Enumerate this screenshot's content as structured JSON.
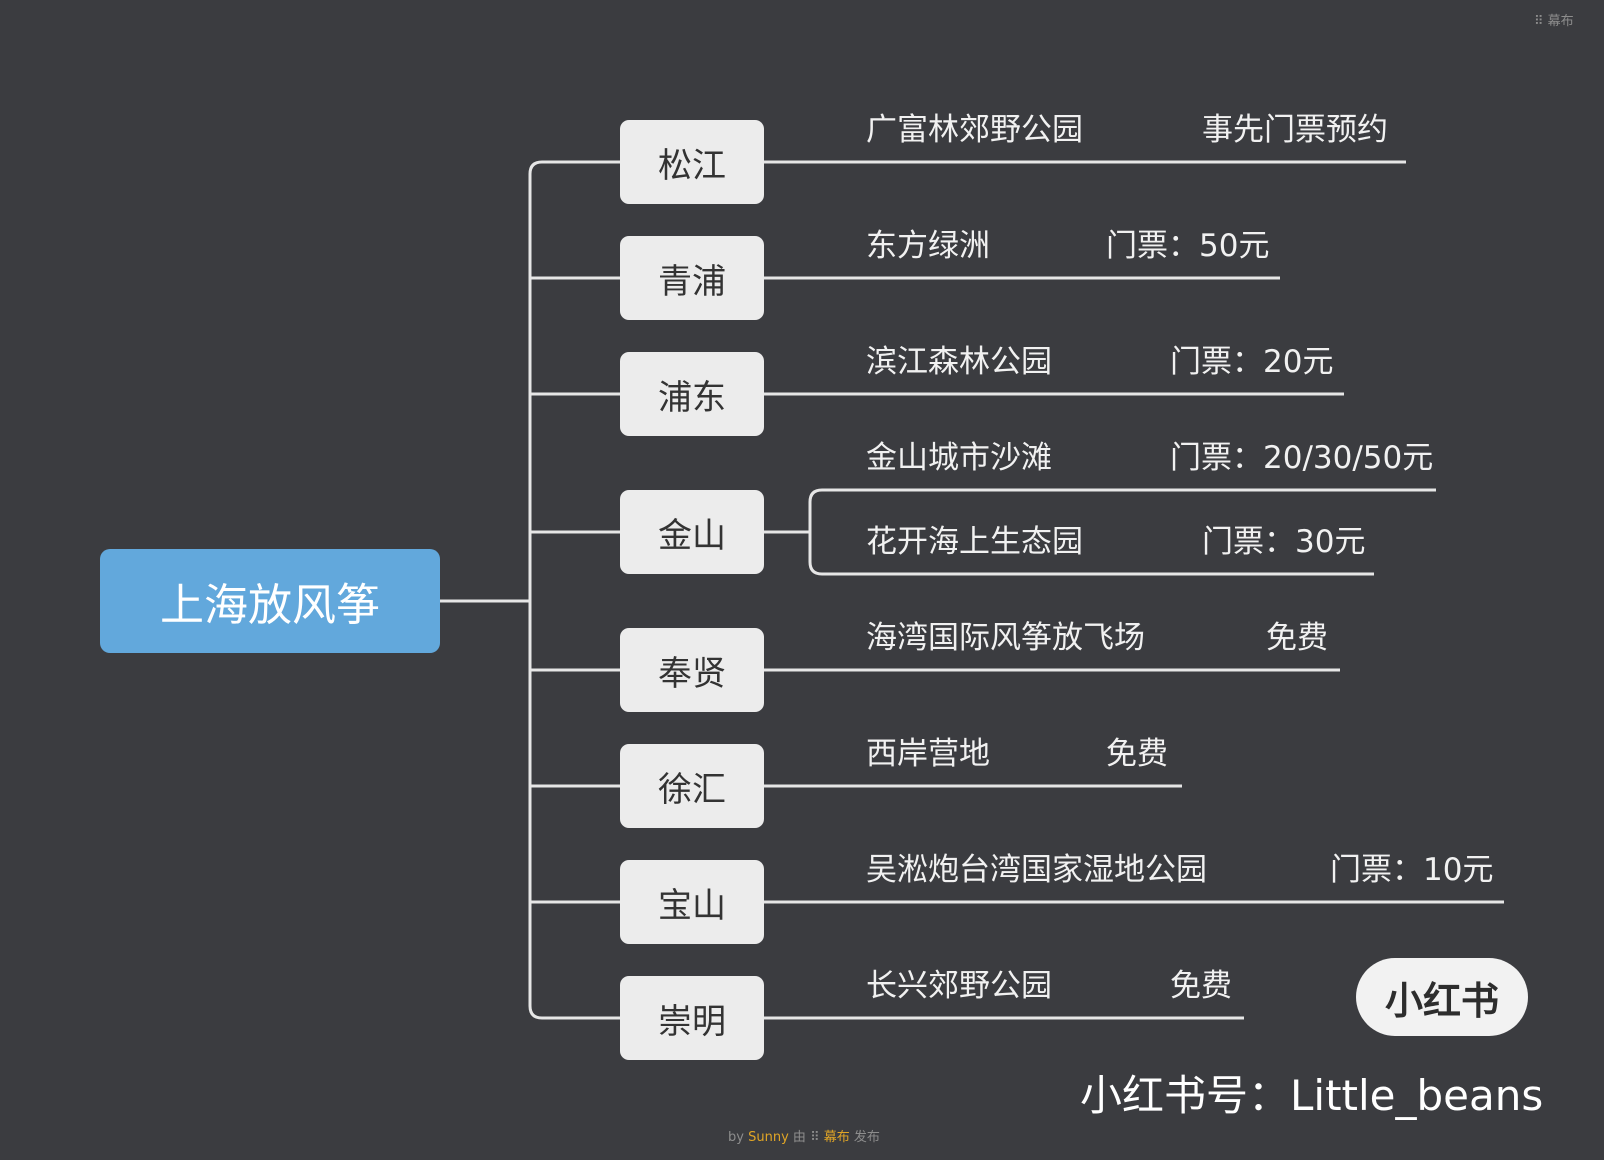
{
  "root": {
    "label": "上海放风筝"
  },
  "districts": [
    {
      "name": "松江",
      "items": [
        {
          "place": "广富林郊野公园",
          "ticket": "事先门票预约"
        }
      ]
    },
    {
      "name": "青浦",
      "items": [
        {
          "place": "东方绿洲",
          "ticket": "门票：50元"
        }
      ]
    },
    {
      "name": "浦东",
      "items": [
        {
          "place": "滨江森林公园",
          "ticket": "门票：20元"
        }
      ]
    },
    {
      "name": "金山",
      "items": [
        {
          "place": "金山城市沙滩",
          "ticket": "门票：20/30/50元"
        },
        {
          "place": "花开海上生态园",
          "ticket": "门票：30元"
        }
      ]
    },
    {
      "name": "奉贤",
      "items": [
        {
          "place": "海湾国际风筝放飞场",
          "ticket": "免费"
        }
      ]
    },
    {
      "name": "徐汇",
      "items": [
        {
          "place": "西岸营地",
          "ticket": "免费"
        }
      ]
    },
    {
      "name": "宝山",
      "items": [
        {
          "place": "吴淞炮台湾国家湿地公园",
          "ticket": "门票：10元"
        }
      ]
    },
    {
      "name": "崇明",
      "items": [
        {
          "place": "长兴郊野公园",
          "ticket": "免费"
        }
      ]
    }
  ],
  "watermark": {
    "logo": "小红书",
    "handle": "小红书号：Little_beans"
  },
  "footer": {
    "prefix": "by",
    "author": "Sunny",
    "middle": "由",
    "app": "幕布",
    "suffix": "发布"
  },
  "brand": {
    "icon": "mubu-logo-icon",
    "label": "幕布"
  },
  "colors": {
    "background": "#3b3c40",
    "root": "#62a8dc",
    "node": "#ececec",
    "line": "#e6e6e6",
    "accent": "#e0a526"
  }
}
